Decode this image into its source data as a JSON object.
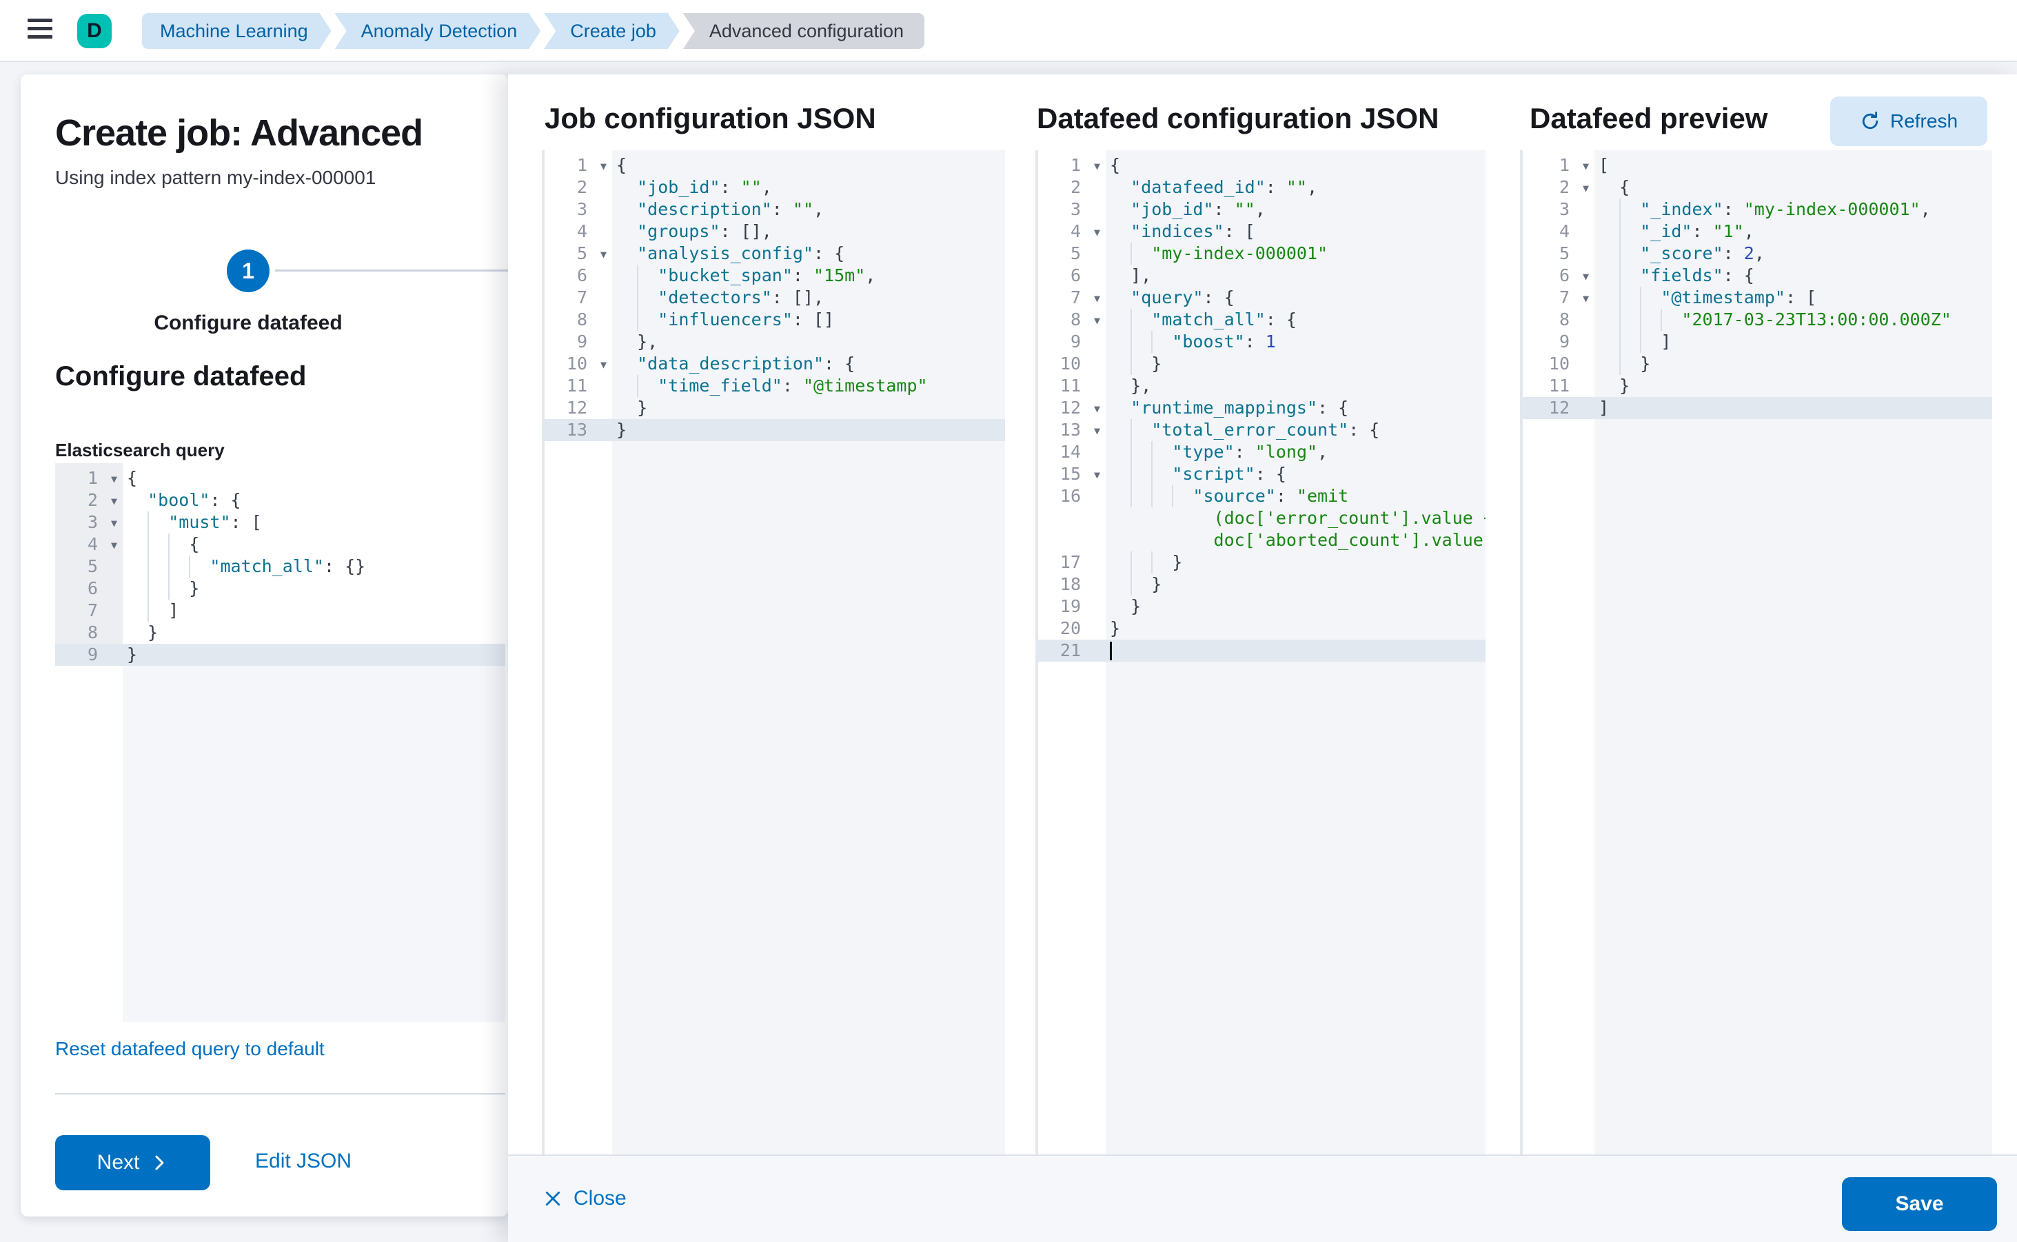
{
  "topbar": {
    "space_initial": "D",
    "breadcrumbs": [
      {
        "label": "Machine Learning",
        "style": "link"
      },
      {
        "label": "Anomaly Detection",
        "style": "link"
      },
      {
        "label": "Create job",
        "style": "link"
      },
      {
        "label": "Advanced configuration",
        "style": "current"
      }
    ]
  },
  "wizard": {
    "title": "Create job: Advanced",
    "subtitle": "Using index pattern my-index-000001",
    "step_number": "1",
    "step_label": "Configure datafeed",
    "section_heading": "Configure datafeed",
    "query_label": "Elasticsearch query",
    "reset_link": "Reset datafeed query to default",
    "next_label": "Next",
    "edit_json_label": "Edit JSON"
  },
  "flyout": {
    "job_title": "Job configuration JSON",
    "datafeed_title": "Datafeed configuration JSON",
    "preview_title": "Datafeed preview",
    "refresh_label": "Refresh",
    "close_label": "Close",
    "save_label": "Save"
  },
  "colors": {
    "accent": "#0071c2",
    "badge": "#00bfb3",
    "breadcrumb_bg": "#d2e5f6",
    "breadcrumb_text": "#0061a6",
    "code_key": "#0d7290",
    "code_string": "#188712",
    "code_number": "#2848c0"
  },
  "editors": {
    "query": {
      "lines": [
        {
          "n": 1,
          "f": 1,
          "t": [
            [
              "p",
              "{"
            ]
          ]
        },
        {
          "n": 2,
          "f": 1,
          "t": [
            [
              "p",
              "  "
            ],
            [
              "k",
              "\"bool\""
            ],
            [
              "p",
              ": {"
            ]
          ]
        },
        {
          "n": 3,
          "f": 1,
          "t": [
            [
              "p",
              "    "
            ],
            [
              "k",
              "\"must\""
            ],
            [
              "p",
              ": ["
            ]
          ]
        },
        {
          "n": 4,
          "f": 1,
          "t": [
            [
              "p",
              "      {"
            ]
          ]
        },
        {
          "n": 5,
          "t": [
            [
              "p",
              "        "
            ],
            [
              "k",
              "\"match_all\""
            ],
            [
              "p",
              ": {}"
            ]
          ]
        },
        {
          "n": 6,
          "t": [
            [
              "p",
              "      }"
            ]
          ]
        },
        {
          "n": 7,
          "t": [
            [
              "p",
              "    ]"
            ]
          ]
        },
        {
          "n": 8,
          "t": [
            [
              "p",
              "  }"
            ]
          ]
        },
        {
          "n": 9,
          "a": 1,
          "t": [
            [
              "p",
              "}"
            ]
          ]
        }
      ]
    },
    "job": {
      "lines": [
        {
          "n": 1,
          "f": 1,
          "t": [
            [
              "p",
              "{"
            ]
          ]
        },
        {
          "n": 2,
          "t": [
            [
              "p",
              "  "
            ],
            [
              "k",
              "\"job_id\""
            ],
            [
              "p",
              ": "
            ],
            [
              "s",
              "\"\""
            ],
            [
              "p",
              ","
            ]
          ]
        },
        {
          "n": 3,
          "t": [
            [
              "p",
              "  "
            ],
            [
              "k",
              "\"description\""
            ],
            [
              "p",
              ": "
            ],
            [
              "s",
              "\"\""
            ],
            [
              "p",
              ","
            ]
          ]
        },
        {
          "n": 4,
          "t": [
            [
              "p",
              "  "
            ],
            [
              "k",
              "\"groups\""
            ],
            [
              "p",
              ": [],"
            ]
          ]
        },
        {
          "n": 5,
          "f": 1,
          "t": [
            [
              "p",
              "  "
            ],
            [
              "k",
              "\"analysis_config\""
            ],
            [
              "p",
              ": {"
            ]
          ]
        },
        {
          "n": 6,
          "t": [
            [
              "p",
              "    "
            ],
            [
              "k",
              "\"bucket_span\""
            ],
            [
              "p",
              ": "
            ],
            [
              "s",
              "\"15m\""
            ],
            [
              "p",
              ","
            ]
          ]
        },
        {
          "n": 7,
          "t": [
            [
              "p",
              "    "
            ],
            [
              "k",
              "\"detectors\""
            ],
            [
              "p",
              ": [],"
            ]
          ]
        },
        {
          "n": 8,
          "t": [
            [
              "p",
              "    "
            ],
            [
              "k",
              "\"influencers\""
            ],
            [
              "p",
              ": []"
            ]
          ]
        },
        {
          "n": 9,
          "t": [
            [
              "p",
              "  },"
            ]
          ]
        },
        {
          "n": 10,
          "f": 1,
          "t": [
            [
              "p",
              "  "
            ],
            [
              "k",
              "\"data_description\""
            ],
            [
              "p",
              ": {"
            ]
          ]
        },
        {
          "n": 11,
          "t": [
            [
              "p",
              "    "
            ],
            [
              "k",
              "\"time_field\""
            ],
            [
              "p",
              ": "
            ],
            [
              "s",
              "\"@timestamp\""
            ]
          ]
        },
        {
          "n": 12,
          "t": [
            [
              "p",
              "  }"
            ]
          ]
        },
        {
          "n": 13,
          "a": 1,
          "t": [
            [
              "p",
              "}"
            ]
          ]
        }
      ]
    },
    "datafeed": {
      "lines": [
        {
          "n": 1,
          "f": 1,
          "t": [
            [
              "p",
              "{"
            ]
          ]
        },
        {
          "n": 2,
          "t": [
            [
              "p",
              "  "
            ],
            [
              "k",
              "\"datafeed_id\""
            ],
            [
              "p",
              ": "
            ],
            [
              "s",
              "\"\""
            ],
            [
              "p",
              ","
            ]
          ]
        },
        {
          "n": 3,
          "t": [
            [
              "p",
              "  "
            ],
            [
              "k",
              "\"job_id\""
            ],
            [
              "p",
              ": "
            ],
            [
              "s",
              "\"\""
            ],
            [
              "p",
              ","
            ]
          ]
        },
        {
          "n": 4,
          "f": 1,
          "t": [
            [
              "p",
              "  "
            ],
            [
              "k",
              "\"indices\""
            ],
            [
              "p",
              ": ["
            ]
          ]
        },
        {
          "n": 5,
          "t": [
            [
              "p",
              "    "
            ],
            [
              "s",
              "\"my-index-000001\""
            ]
          ]
        },
        {
          "n": 6,
          "t": [
            [
              "p",
              "  ],"
            ]
          ]
        },
        {
          "n": 7,
          "f": 1,
          "t": [
            [
              "p",
              "  "
            ],
            [
              "k",
              "\"query\""
            ],
            [
              "p",
              ": {"
            ]
          ]
        },
        {
          "n": 8,
          "f": 1,
          "t": [
            [
              "p",
              "    "
            ],
            [
              "k",
              "\"match_all\""
            ],
            [
              "p",
              ": {"
            ]
          ]
        },
        {
          "n": 9,
          "t": [
            [
              "p",
              "      "
            ],
            [
              "k",
              "\"boost\""
            ],
            [
              "p",
              ": "
            ],
            [
              "n",
              "1"
            ]
          ]
        },
        {
          "n": 10,
          "t": [
            [
              "p",
              "    }"
            ]
          ]
        },
        {
          "n": 11,
          "t": [
            [
              "p",
              "  },"
            ]
          ]
        },
        {
          "n": 12,
          "f": 1,
          "t": [
            [
              "p",
              "  "
            ],
            [
              "k",
              "\"runtime_mappings\""
            ],
            [
              "p",
              ": {"
            ]
          ]
        },
        {
          "n": 13,
          "f": 1,
          "t": [
            [
              "p",
              "    "
            ],
            [
              "k",
              "\"total_error_count\""
            ],
            [
              "p",
              ": {"
            ]
          ]
        },
        {
          "n": 14,
          "t": [
            [
              "p",
              "      "
            ],
            [
              "k",
              "\"type\""
            ],
            [
              "p",
              ": "
            ],
            [
              "s",
              "\"long\""
            ],
            [
              "p",
              ","
            ]
          ]
        },
        {
          "n": 15,
          "f": 1,
          "t": [
            [
              "p",
              "      "
            ],
            [
              "k",
              "\"script\""
            ],
            [
              "p",
              ": {"
            ]
          ]
        },
        {
          "n": 16,
          "t": [
            [
              "p",
              "        "
            ],
            [
              "k",
              "\"source\""
            ],
            [
              "p",
              ": "
            ],
            [
              "s",
              "\"emit"
            ]
          ]
        },
        {
          "t": [
            [
              "s",
              "          (doc['error_count'].value +"
            ]
          ]
        },
        {
          "t": [
            [
              "s",
              "          doc['aborted_count'].value)\""
            ]
          ]
        },
        {
          "n": 17,
          "t": [
            [
              "p",
              "      }"
            ]
          ]
        },
        {
          "n": 18,
          "t": [
            [
              "p",
              "    }"
            ]
          ]
        },
        {
          "n": 19,
          "t": [
            [
              "p",
              "  }"
            ]
          ]
        },
        {
          "n": 20,
          "t": [
            [
              "p",
              "}"
            ]
          ]
        },
        {
          "n": 21,
          "a": 1,
          "c": 1,
          "t": []
        }
      ]
    },
    "preview": {
      "lines": [
        {
          "n": 1,
          "f": 1,
          "t": [
            [
              "p",
              "["
            ]
          ]
        },
        {
          "n": 2,
          "f": 1,
          "t": [
            [
              "p",
              "  {"
            ]
          ]
        },
        {
          "n": 3,
          "t": [
            [
              "p",
              "    "
            ],
            [
              "k",
              "\"_index\""
            ],
            [
              "p",
              ": "
            ],
            [
              "s",
              "\"my-index-000001\""
            ],
            [
              "p",
              ","
            ]
          ]
        },
        {
          "n": 4,
          "t": [
            [
              "p",
              "    "
            ],
            [
              "k",
              "\"_id\""
            ],
            [
              "p",
              ": "
            ],
            [
              "s",
              "\"1\""
            ],
            [
              "p",
              ","
            ]
          ]
        },
        {
          "n": 5,
          "t": [
            [
              "p",
              "    "
            ],
            [
              "k",
              "\"_score\""
            ],
            [
              "p",
              ": "
            ],
            [
              "n",
              "2"
            ],
            [
              "p",
              ","
            ]
          ]
        },
        {
          "n": 6,
          "f": 1,
          "t": [
            [
              "p",
              "    "
            ],
            [
              "k",
              "\"fields\""
            ],
            [
              "p",
              ": {"
            ]
          ]
        },
        {
          "n": 7,
          "f": 1,
          "t": [
            [
              "p",
              "      "
            ],
            [
              "k",
              "\"@timestamp\""
            ],
            [
              "p",
              ": ["
            ]
          ]
        },
        {
          "n": 8,
          "t": [
            [
              "p",
              "        "
            ],
            [
              "s",
              "\"2017-03-23T13:00:00.000Z\""
            ]
          ]
        },
        {
          "n": 9,
          "t": [
            [
              "p",
              "      ]"
            ]
          ]
        },
        {
          "n": 10,
          "t": [
            [
              "p",
              "    }"
            ]
          ]
        },
        {
          "n": 11,
          "t": [
            [
              "p",
              "  }"
            ]
          ]
        },
        {
          "n": 12,
          "a": 1,
          "t": [
            [
              "p",
              "]"
            ]
          ]
        }
      ]
    }
  }
}
